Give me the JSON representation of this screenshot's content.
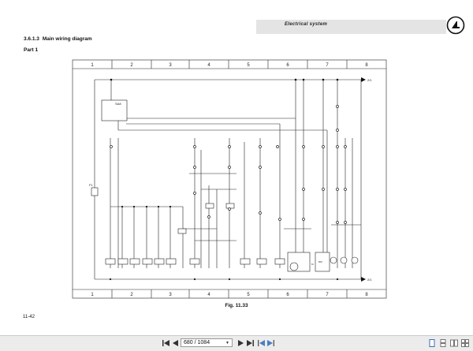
{
  "header": {
    "section_name": "Electrical system"
  },
  "section": {
    "number": "3.6.1.3",
    "title": "Main wiring diagram"
  },
  "part_label": "Part 1",
  "diagram": {
    "column_numbers": [
      "1",
      "2",
      "3",
      "4",
      "5",
      "6",
      "7",
      "8"
    ],
    "connector_labels": {
      "top": "2/1",
      "bottom": "2/1"
    },
    "module_label": "SA8",
    "fuse_label": "F1"
  },
  "figure_caption": "Fig. 11.33",
  "page_number": "11-42",
  "toolbar": {
    "page_indicator": "680 / 1084",
    "icons": [
      "first-page-icon",
      "previous-page-icon",
      "next-page-icon",
      "last-page-icon",
      "back-icon",
      "forward-icon",
      "print-icon",
      "single-page-view-icon",
      "continuous-view-icon",
      "facing-pages-view-icon",
      "continuous-facing-view-icon"
    ]
  }
}
